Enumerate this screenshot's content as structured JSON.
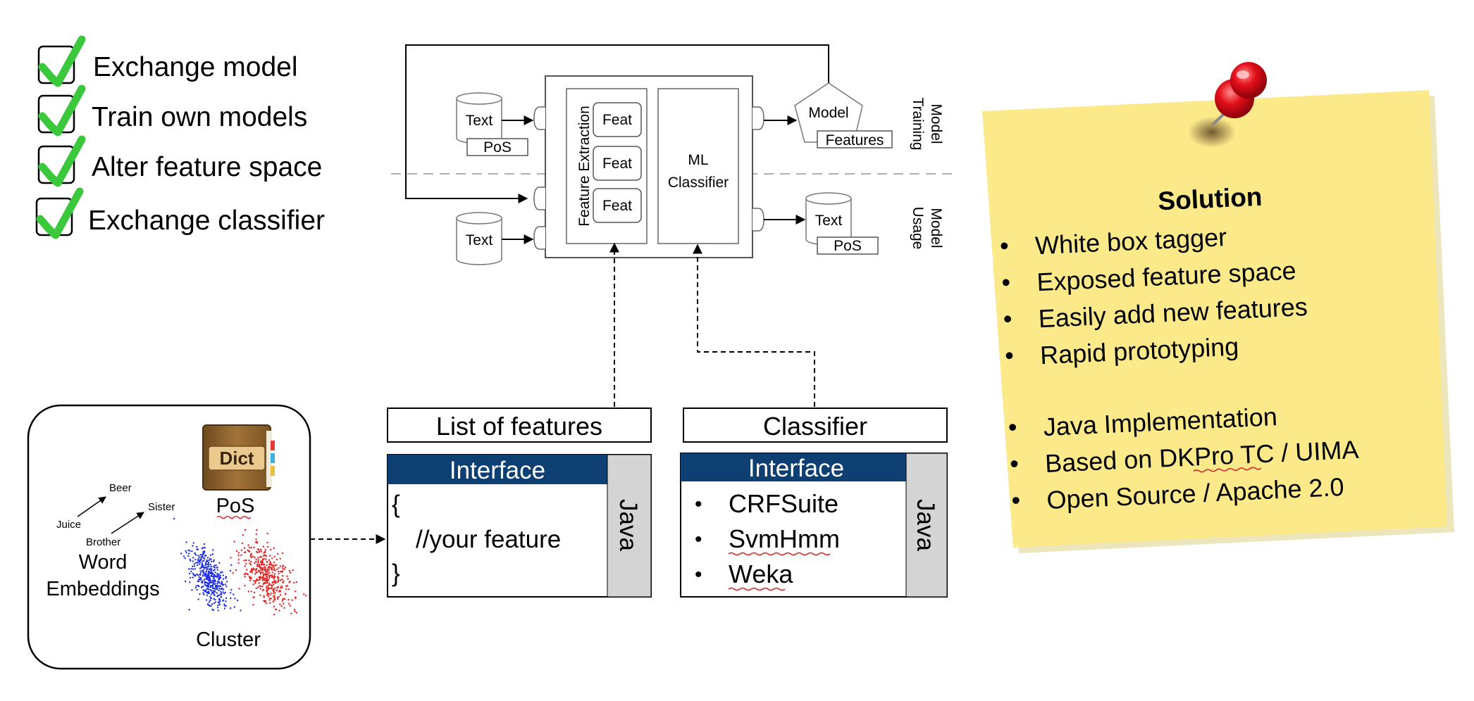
{
  "checklist": {
    "items": [
      "Exchange model",
      "Train own models",
      "Alter feature space",
      "Exchange classifier"
    ],
    "check_color": "#3cc83c"
  },
  "pipeline": {
    "text_label": "Text",
    "pos_label": "PoS",
    "feature_extraction_label": "Feature Extraction",
    "feat_label": "Feat",
    "ml_line1": "ML",
    "ml_line2": "Classifier",
    "model_label": "Model",
    "features_label": "Features",
    "phase_model": "Model",
    "phase_training": "Training",
    "phase_usage": "Usage"
  },
  "resources": {
    "dict_label": "Dict",
    "pos_label": "PoS",
    "word_emb_line1": "Word",
    "word_emb_line2": "Embeddings",
    "cluster_label": "Cluster",
    "words": [
      "Beer",
      "Sister",
      "Juice",
      "Brother"
    ],
    "cluster_colors": [
      "#1e2ee6",
      "#e61e1e"
    ]
  },
  "features_panel": {
    "title": "List of features",
    "interface_label": "Interface",
    "code": [
      "{",
      "//your feature",
      "}"
    ],
    "side_label": "Java"
  },
  "classifier_panel": {
    "title": "Classifier",
    "interface_label": "Interface",
    "items": [
      "CRFSuite",
      "SvmHmm",
      "Weka"
    ],
    "side_label": "Java"
  },
  "note": {
    "title": "Solution",
    "bullets": [
      "White box tagger",
      "Exposed feature space",
      "Easily add new features",
      "Rapid prototyping"
    ],
    "bullets2": [
      "Java Implementation",
      "Based on DKPro TC / UIMA",
      "Open Source / Apache 2.0"
    ],
    "bullet_char": "•",
    "note_color": "#fbe98a",
    "pin_color": "#e3101b"
  },
  "colors": {
    "interface_header": "#0e3f73",
    "java_bar": "#d4d4d4"
  }
}
